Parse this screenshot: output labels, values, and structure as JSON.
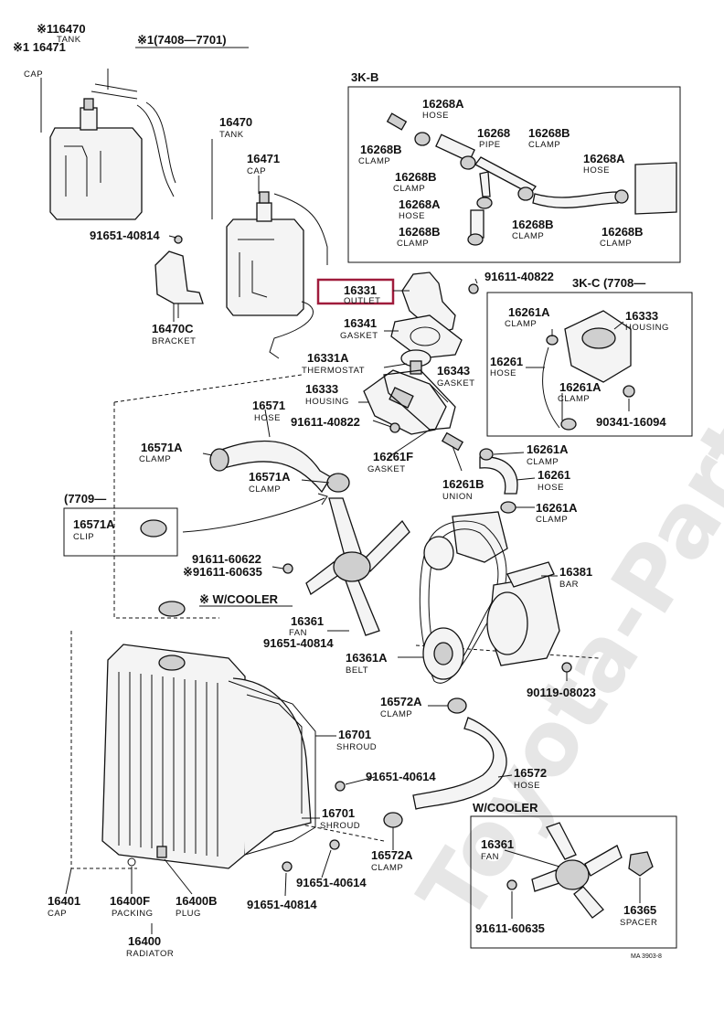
{
  "watermark": "Toyota-Parts.ru",
  "highlight_color": "#a01c3c",
  "headers": {
    "top_note": "※1(7408—7701)",
    "box_3kb": "3K-B",
    "box_3kc": "3K-C (7708—",
    "box_7709": "(7709—",
    "wcooler_1": "※ W/COOLER",
    "wcooler_2": "W/COOLER"
  },
  "footer_code": "MA 3903-8",
  "callouts": {
    "tank_alt": {
      "num": "※116470",
      "name": "TANK"
    },
    "cap_alt": {
      "num": "※1 16471",
      "name": "CAP"
    },
    "tank": {
      "num": "16470",
      "name": "TANK"
    },
    "cap": {
      "num": "16471",
      "name": "CAP"
    },
    "bolt_40814_a": {
      "num": "91651-40814"
    },
    "bracket": {
      "num": "16470C",
      "name": "BRACKET"
    },
    "outlet": {
      "num": "16331",
      "name": "OUTLET"
    },
    "gasket_16341": {
      "num": "16341",
      "name": "GASKET"
    },
    "thermostat": {
      "num": "16331A",
      "name": "THERMOSTAT"
    },
    "housing_16333": {
      "num": "16333",
      "name": "HOUSING"
    },
    "gasket_16343": {
      "num": "16343",
      "name": "GASKET"
    },
    "bolt_40822_a": {
      "num": "91611-40822"
    },
    "bolt_40822_b": {
      "num": "91611-40822"
    },
    "hose_16571": {
      "num": "16571",
      "name": "HOSE"
    },
    "clamp_16571a_1": {
      "num": "16571A",
      "name": "CLAMP"
    },
    "clamp_16571a_2": {
      "num": "16571A",
      "name": "CLAMP"
    },
    "clip_16571a": {
      "num": "16571A",
      "name": "CLIP"
    },
    "gasket_16261f": {
      "num": "16261F",
      "name": "GASKET"
    },
    "union_16261b": {
      "num": "16261B",
      "name": "UNION"
    },
    "clamp_16261a_1": {
      "num": "16261A",
      "name": "CLAMP"
    },
    "hose_16261": {
      "num": "16261",
      "name": "HOSE"
    },
    "clamp_16261a_2": {
      "num": "16261A",
      "name": "CLAMP"
    },
    "bolt_60622": {
      "num": "91611-60622"
    },
    "bolt_60635_a": {
      "num": "※91611-60635"
    },
    "fan_16361": {
      "num": "16361",
      "name": "FAN"
    },
    "bolt_40814_b": {
      "num": "91651-40814"
    },
    "belt": {
      "num": "16361A",
      "name": "BELT"
    },
    "bar": {
      "num": "16381",
      "name": "BAR"
    },
    "bolt_08023": {
      "num": "90119-08023"
    },
    "clamp_16572a_1": {
      "num": "16572A",
      "name": "CLAMP"
    },
    "shroud_16701": {
      "num": "16701",
      "name": "SHROUD"
    },
    "bolt_40614_a": {
      "num": "91651-40614"
    },
    "shroud_16701_b": {
      "num": "16701",
      "name": "SHROUD"
    },
    "hose_16572": {
      "num": "16572",
      "name": "HOSE"
    },
    "clamp_16572a_2": {
      "num": "16572A",
      "name": "CLAMP"
    },
    "bolt_40614_b": {
      "num": "91651-40614"
    },
    "bolt_40814_c": {
      "num": "91651-40814"
    },
    "cap_16401": {
      "num": "16401",
      "name": "CAP"
    },
    "packing": {
      "num": "16400F",
      "name": "PACKING"
    },
    "plug": {
      "num": "16400B",
      "name": "PLUG"
    },
    "radiator": {
      "num": "16400",
      "name": "RADIATOR"
    },
    "fan_16361_b": {
      "num": "16361",
      "name": "FAN"
    },
    "spacer": {
      "num": "16365",
      "name": "SPACER"
    },
    "bolt_60635_b": {
      "num": "91611-60635"
    },
    "kb_hose_1": {
      "num": "16268A",
      "name": "HOSE"
    },
    "kb_pipe": {
      "num": "16268",
      "name": "PIPE"
    },
    "kb_clamp_1": {
      "num": "16268B",
      "name": "CLAMP"
    },
    "kb_clamp_2": {
      "num": "16268B",
      "name": "CLAMP"
    },
    "kb_clamp_3": {
      "num": "16268B",
      "name": "CLAMP"
    },
    "kb_hose_2": {
      "num": "16268A",
      "name": "HOSE"
    },
    "kb_hose_3": {
      "num": "16268A",
      "name": "HOSE"
    },
    "kb_clamp_4": {
      "num": "16268B",
      "name": "CLAMP"
    },
    "kb_clamp_5": {
      "num": "16268B",
      "name": "CLAMP"
    },
    "kb_clamp_6": {
      "num": "16268B",
      "name": "CLAMP"
    },
    "kc_clamp_1": {
      "num": "16261A",
      "name": "CLAMP"
    },
    "kc_housing": {
      "num": "16333",
      "name": "HOUSING"
    },
    "kc_hose": {
      "num": "16261",
      "name": "HOSE"
    },
    "kc_clamp_2": {
      "num": "16261A",
      "name": "CLAMP"
    },
    "kc_bolt": {
      "num": "90341-16094"
    }
  }
}
